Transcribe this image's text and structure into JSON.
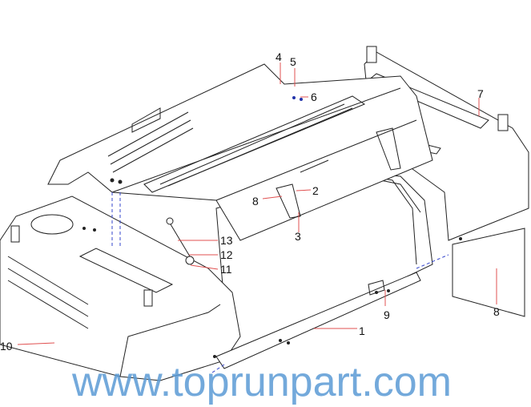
{
  "diagram": {
    "watermark": "www.toprunpart.com",
    "callouts": [
      {
        "id": "4",
        "text": "4"
      },
      {
        "id": "5",
        "text": "5"
      },
      {
        "id": "6",
        "text": "6"
      },
      {
        "id": "7",
        "text": "7"
      },
      {
        "id": "2",
        "text": "2"
      },
      {
        "id": "8a",
        "text": "8"
      },
      {
        "id": "3",
        "text": "3"
      },
      {
        "id": "13",
        "text": "13"
      },
      {
        "id": "12",
        "text": "12"
      },
      {
        "id": "11",
        "text": "11"
      },
      {
        "id": "1",
        "text": "1"
      },
      {
        "id": "9",
        "text": "9"
      },
      {
        "id": "8b",
        "text": "8"
      },
      {
        "id": "10",
        "text": "10"
      }
    ]
  }
}
